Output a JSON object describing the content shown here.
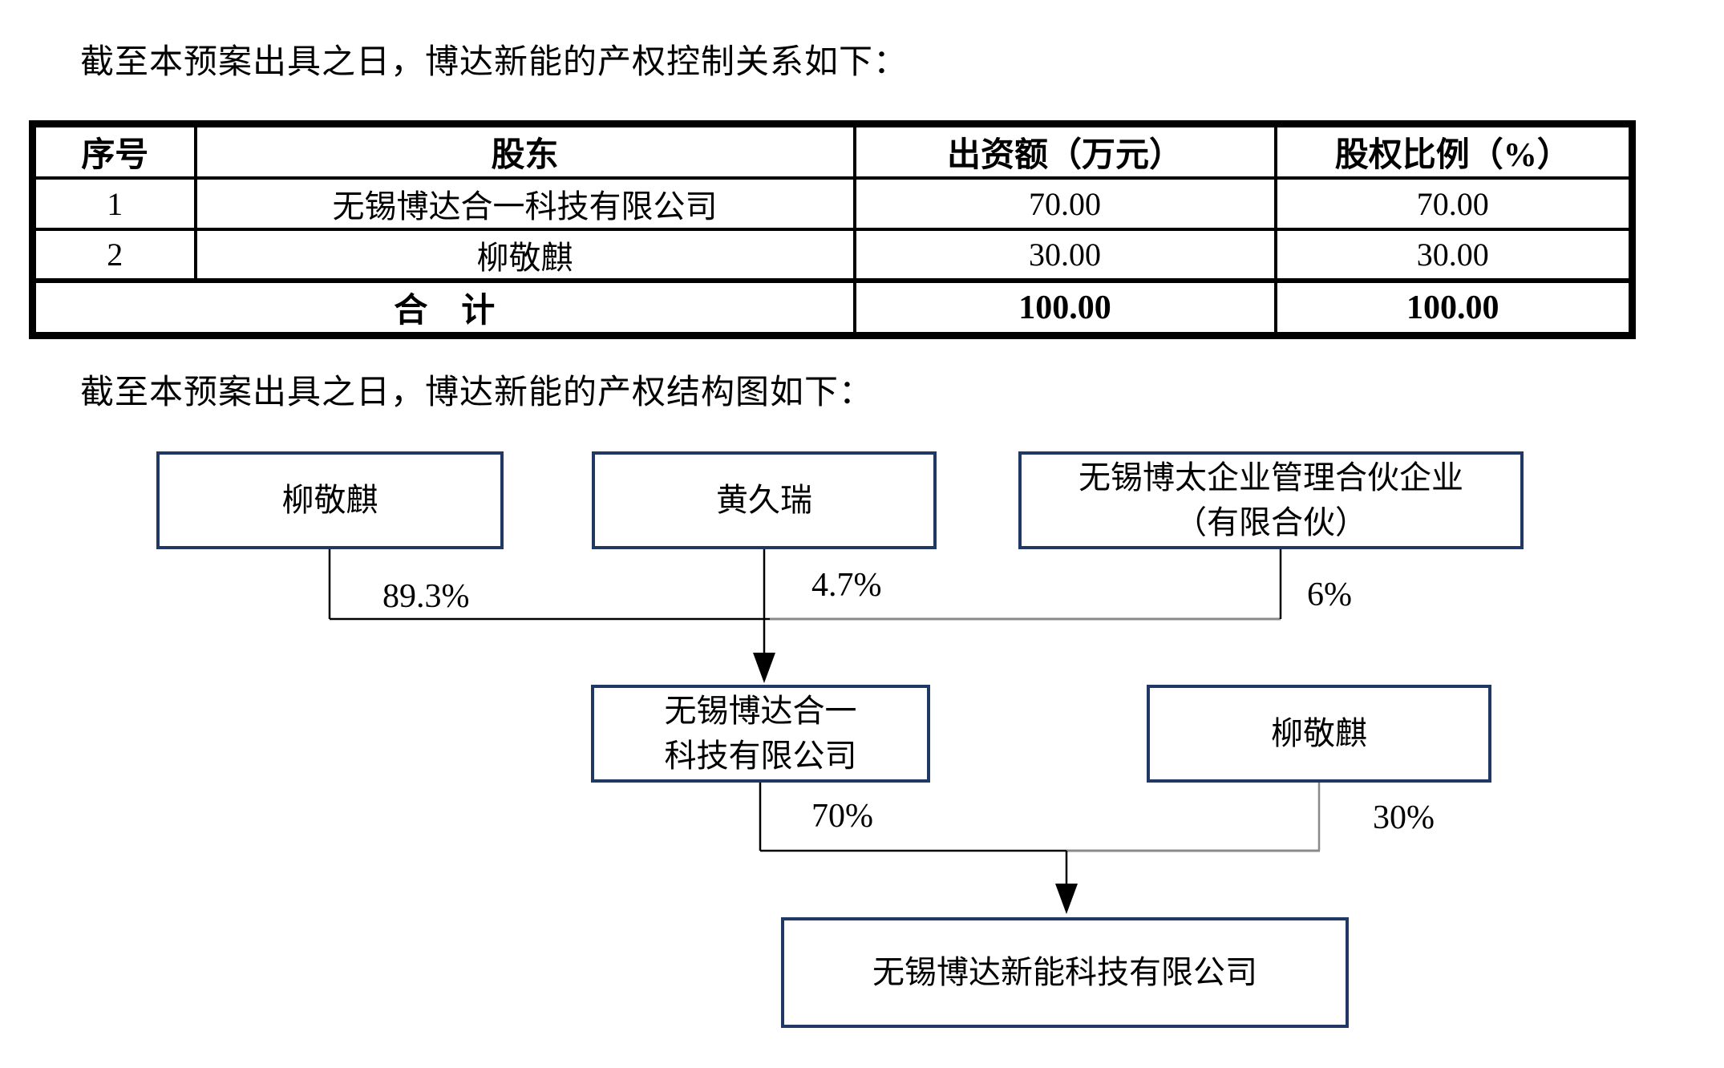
{
  "page": {
    "para1": "截至本预案出具之日，博达新能的产权控制关系如下：",
    "para2": "截至本预案出具之日，博达新能的产权结构图如下："
  },
  "table": {
    "headers": [
      "序号",
      "股东",
      "出资额（万元）",
      "股权比例（%）"
    ],
    "rows": [
      {
        "no": "1",
        "shareholder": "无锡博达合一科技有限公司",
        "amount": "70.00",
        "ratio": "70.00"
      },
      {
        "no": "2",
        "shareholder": "柳敬麒",
        "amount": "30.00",
        "ratio": "30.00"
      }
    ],
    "total": {
      "label": "合　计",
      "amount": "100.00",
      "ratio": "100.00"
    }
  },
  "diagram": {
    "colors": {
      "box_border": "#1F3864",
      "line": "#000000",
      "line_gray": "#8a8a8a"
    },
    "nodes": {
      "liu_top": {
        "lines": [
          "柳敬麒"
        ]
      },
      "huang": {
        "lines": [
          "黄久瑞"
        ]
      },
      "botai": {
        "lines": [
          "无锡博太企业管理合伙企业",
          "（有限合伙）"
        ]
      },
      "bodaheyi": {
        "lines": [
          "无锡博达合一",
          "科技有限公司"
        ]
      },
      "liu_mid": {
        "lines": [
          "柳敬麒"
        ]
      },
      "target": {
        "lines": [
          "无锡博达新能科技有限公司"
        ]
      }
    },
    "edge_labels": {
      "liu_top": "89.3%",
      "huang": "4.7%",
      "botai": "6%",
      "bodaheyi": "70%",
      "liu_mid": "30%"
    }
  }
}
